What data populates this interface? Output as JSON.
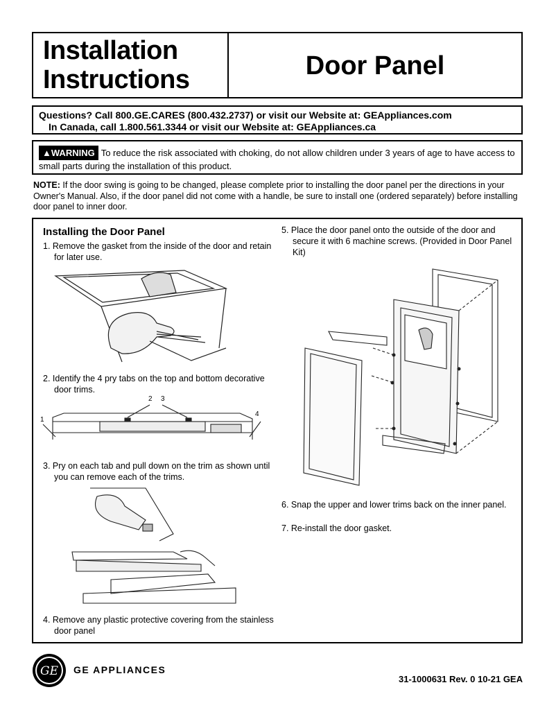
{
  "header": {
    "left_line1": "Installation",
    "left_line2": "Instructions",
    "title": "Door Panel"
  },
  "questions": {
    "line1": "Questions?  Call 800.GE.CARES (800.432.2737) or visit our Website at: GEAppliances.com",
    "line2": "In Canada, call 1.800.561.3344 or visit our Website at: GEAppliances.ca"
  },
  "warning": {
    "badge": "WARNING",
    "text": "To reduce the risk associated with choking, do not allow children under 3 years of age to have access to small parts during the installation of this product."
  },
  "note": {
    "label": "NOTE:",
    "text": "If the door swing is going to be changed, please complete prior to installing the door panel per the directions in your Owner's Manual. Also, if the door panel did not come with a handle, be sure to install one (ordered separately) before installing door panel to inner door."
  },
  "section": {
    "title": "Installing the Door Panel",
    "steps": [
      "1.   Remove the gasket from the inside of the door and retain for later use.",
      "2.   Identify the 4 pry tabs on the top and bottom decorative door trims.",
      "3.   Pry on each tab and pull down on the trim as shown until you can remove each of the trims.",
      "4.   Remove any plastic protective covering from the stainless door panel",
      "5.   Place the door panel onto the outside of the door and secure it with 6 machine screws. (Provided in Door Panel Kit)",
      "6.    Snap the upper and lower trims back on the inner panel.",
      "7.   Re-install the door gasket."
    ],
    "callouts": [
      "1",
      "2",
      "3",
      "4"
    ]
  },
  "footer": {
    "brand": "GE APPLIANCES",
    "logo_text": "GE",
    "doc_number": "31-1000631  Rev. 0  10-21 GEA"
  }
}
